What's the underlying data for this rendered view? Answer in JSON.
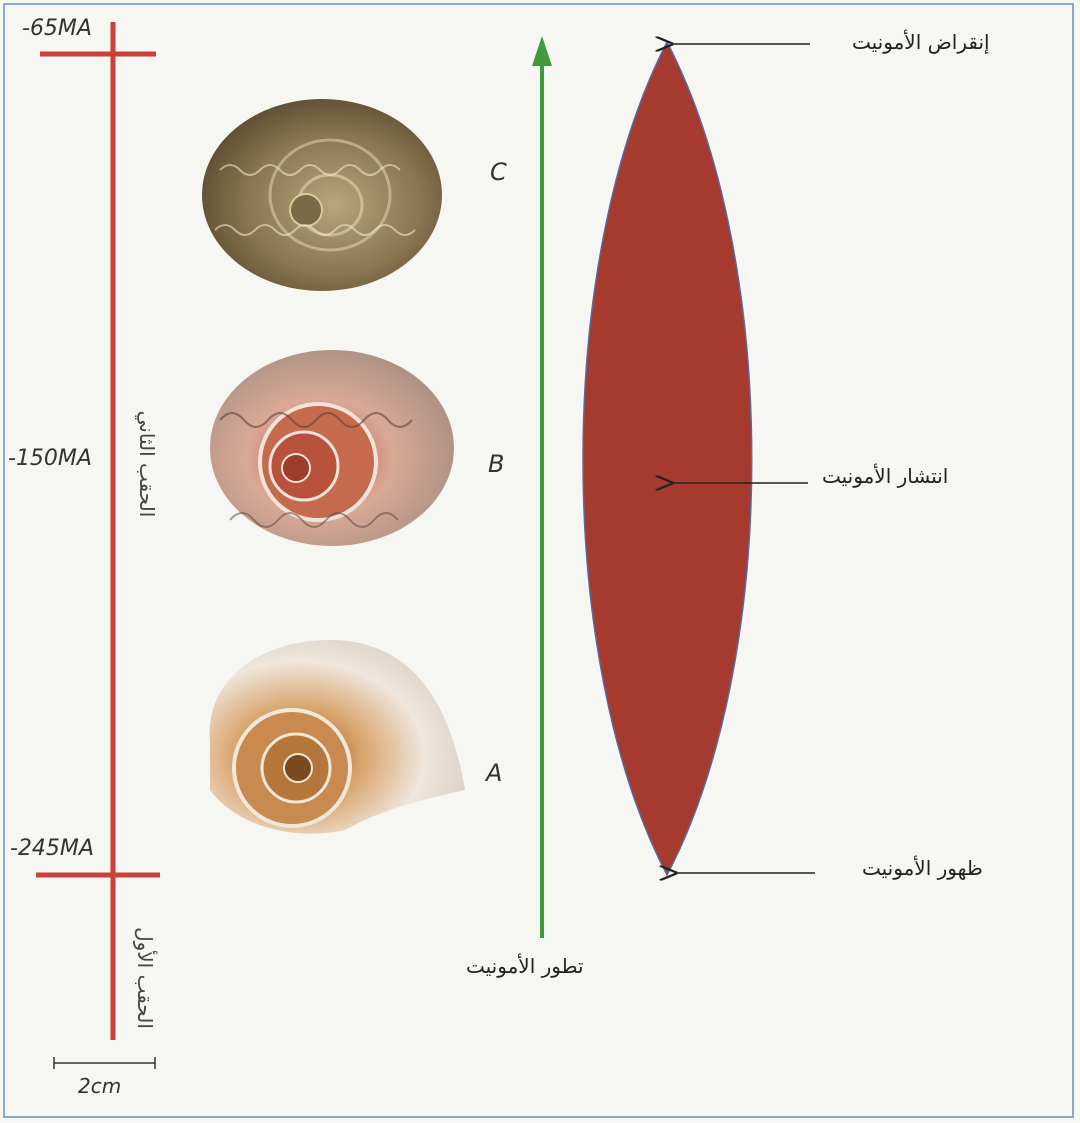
{
  "timeline": {
    "ticks": [
      "-65MA",
      "-150MA",
      "-245MA"
    ],
    "eras": [
      "الحقب الثاني",
      "الحقب الأول"
    ]
  },
  "specimens": [
    "C",
    "B",
    "A"
  ],
  "evolution_axis_label": "تطور الأمونيت",
  "annotations": {
    "extinction": "إنقراض الأمونيت",
    "spread": "انتشار الأمونيت",
    "appearance": "ظهور الأمونيت"
  },
  "scale_bar": "2cm",
  "colors": {
    "timeline": "#c8423a",
    "arrow": "#3f9a3a",
    "spindle": "#a63a2e",
    "frame": "#8aa9c9"
  }
}
